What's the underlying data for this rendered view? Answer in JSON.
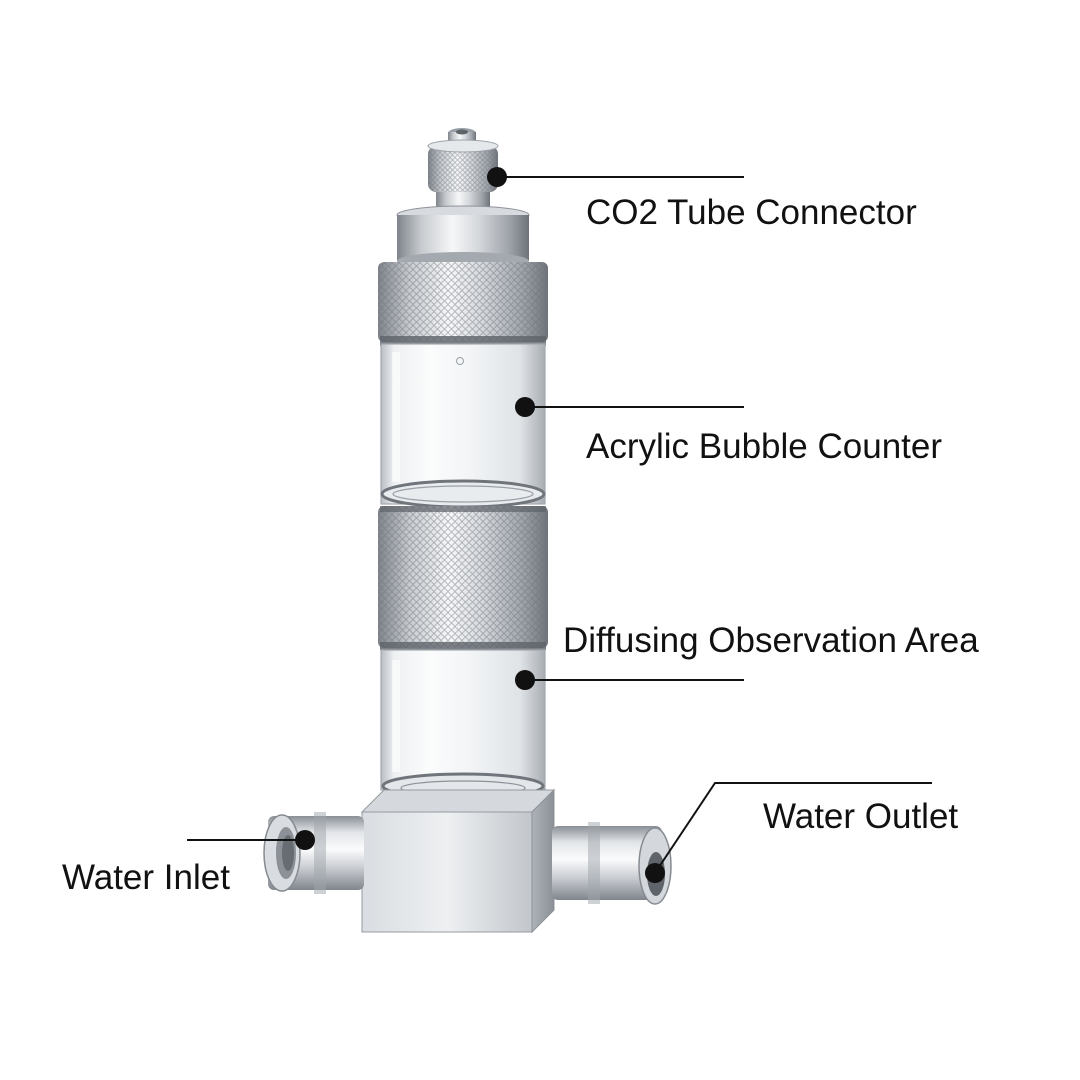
{
  "callouts": [
    {
      "id": "co2-tube-connector",
      "label": "CO2 Tube Connector"
    },
    {
      "id": "acrylic-bubble-counter",
      "label": "Acrylic Bubble Counter"
    },
    {
      "id": "diffusing-observation-area",
      "label": "Diffusing Observation Area"
    },
    {
      "id": "water-outlet",
      "label": "Water Outlet"
    },
    {
      "id": "water-inlet",
      "label": "Water Inlet"
    }
  ],
  "colors": {
    "background": "#ffffff",
    "text": "#111111",
    "leader_line": "#111111",
    "metal_light": "#eef0f2",
    "metal_mid": "#c4c8cd",
    "metal_dark": "#858a91",
    "acrylic_edge": "#9da3ab",
    "acrylic_fill": "#f4f6f8"
  }
}
